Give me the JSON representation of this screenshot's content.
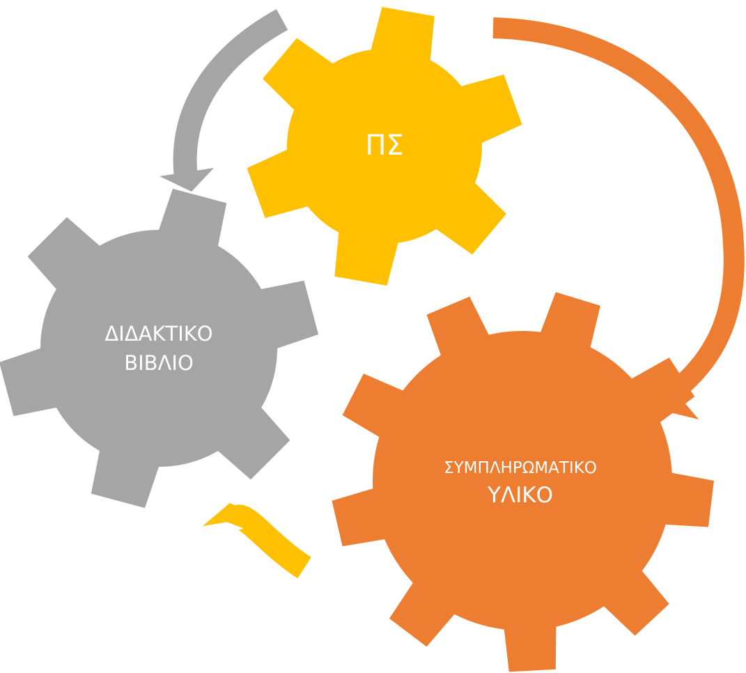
{
  "diagram": {
    "gears": [
      {
        "id": "ps",
        "lines": [
          "ΠΣ"
        ],
        "color": "#FFC000"
      },
      {
        "id": "didaktiko",
        "lines": [
          "ΔΙΔΑΚΤΙΚΟ",
          "ΒΙΒΛΙΟ"
        ],
        "color": "#A5A5A5"
      },
      {
        "id": "symplhrwmatiko",
        "lines": [
          "ΣΥΜΠΛΗΡΩΜΑΤΙΚΟ",
          "ΥΛΙΚΟ"
        ],
        "color": "#ED7D31"
      }
    ],
    "arrows": [
      {
        "from": "ps",
        "to": "didaktiko",
        "color": "#A5A5A5"
      },
      {
        "from": "ps",
        "to": "symplhrwmatiko",
        "color": "#ED7D31"
      },
      {
        "from": "symplhrwmatiko",
        "to": "didaktiko",
        "color": "#FFC000"
      }
    ]
  }
}
